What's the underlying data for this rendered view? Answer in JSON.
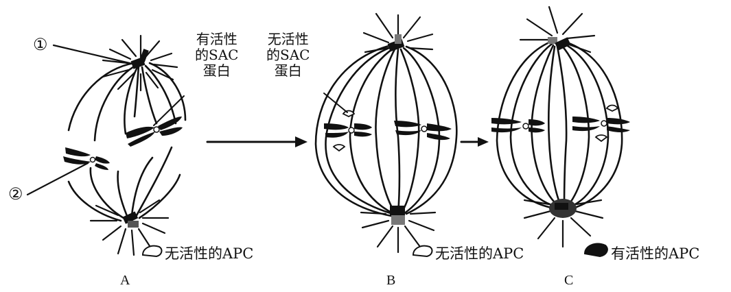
{
  "markers": {
    "one": "①",
    "two": "②"
  },
  "labels": {
    "active_sac": [
      "有活性",
      "的SAC",
      "蛋白"
    ],
    "inactive_sac": [
      "无活性",
      "的SAC",
      "蛋白"
    ]
  },
  "legend": {
    "inactive_apc_a": "无活性的APC",
    "inactive_apc_b": "无活性的APC",
    "active_apc": "有活性的APC"
  },
  "panels": [
    "A",
    "B",
    "C"
  ],
  "colors": {
    "ink": "#111111",
    "background": "#ffffff"
  }
}
